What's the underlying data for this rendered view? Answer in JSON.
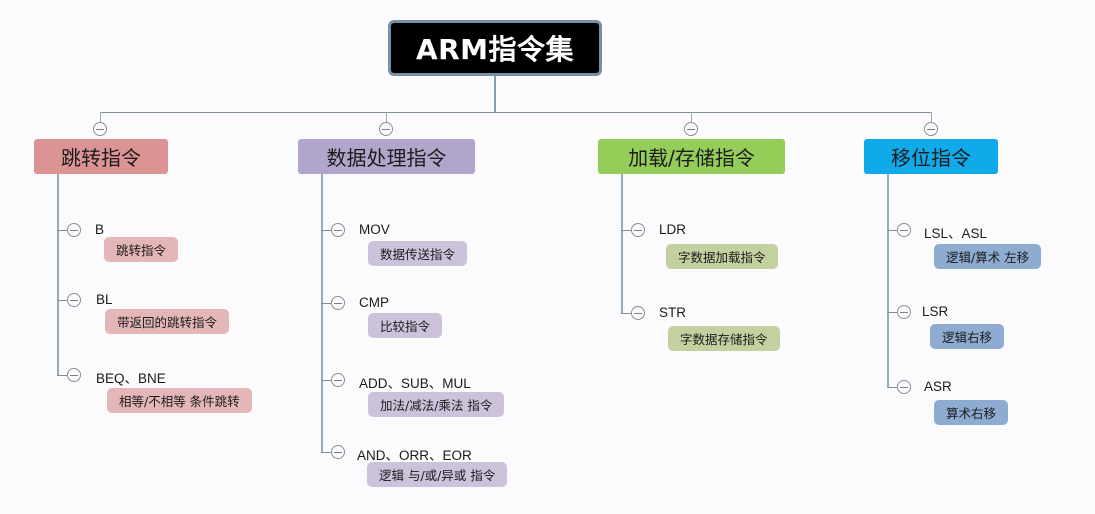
{
  "root": {
    "title": "ARM指令集"
  },
  "colors": {
    "root_bg": "#000000",
    "root_border": "#7691a7",
    "connector": "#7f9fb0"
  },
  "categories": [
    {
      "label": "跳转指令",
      "color": "#dc9394",
      "desc_color": "#e5b6b8",
      "items": [
        {
          "name": "B",
          "desc": "跳转指令"
        },
        {
          "name": "BL",
          "desc": "带返回的跳转指令"
        },
        {
          "name": "BEQ、BNE",
          "desc": "相等/不相等 条件跳转"
        }
      ]
    },
    {
      "label": "数据处理指令",
      "color": "#b2a5cb",
      "desc_color": "#ccc3db",
      "items": [
        {
          "name": "MOV",
          "desc": "数据传送指令"
        },
        {
          "name": "CMP",
          "desc": "比较指令"
        },
        {
          "name": "ADD、SUB、MUL",
          "desc": "加法/减法/乘法 指令"
        },
        {
          "name": "AND、ORR、EOR",
          "desc": "逻辑 与/或/异或 指令"
        }
      ]
    },
    {
      "label": "加载/存储指令",
      "color": "#94cd57",
      "desc_color": "#c3d09f",
      "items": [
        {
          "name": "LDR",
          "desc": "字数据加载指令"
        },
        {
          "name": "STR",
          "desc": "字数据存储指令"
        }
      ]
    },
    {
      "label": "移位指令",
      "color": "#10aaea",
      "desc_color": "#8eabd1",
      "items": [
        {
          "name": "LSL、ASL",
          "desc": "逻辑/算术 左移"
        },
        {
          "name": "LSR",
          "desc": "逻辑右移"
        },
        {
          "name": "ASR",
          "desc": "算术右移"
        }
      ]
    }
  ]
}
